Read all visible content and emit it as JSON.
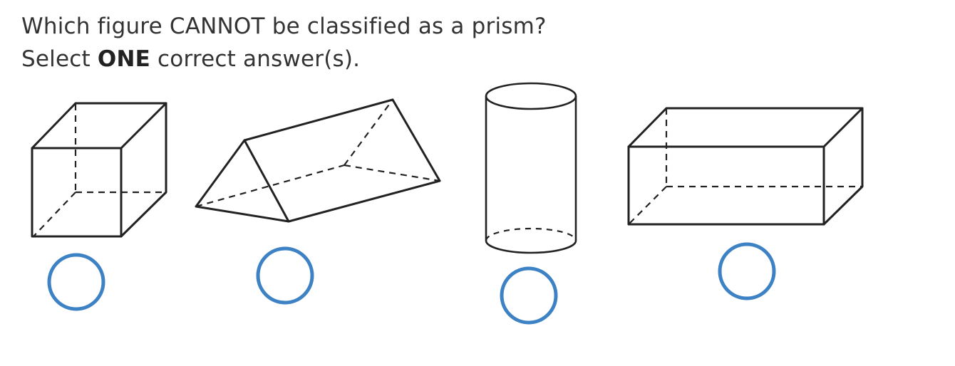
{
  "question": {
    "prompt": "Which figure CANNOT be classified as a prism?",
    "instruction_prefix": "Select",
    "instruction_emphasis": "ONE",
    "instruction_suffix": "correct answer(s)."
  },
  "options": [
    {
      "figure": "cube-icon",
      "selected": false
    },
    {
      "figure": "triangular-prism-icon",
      "selected": false
    },
    {
      "figure": "cylinder-icon",
      "selected": false
    },
    {
      "figure": "rectangular-prism-icon",
      "selected": false
    }
  ],
  "colors": {
    "text": "#333333",
    "radio_stroke": "#3d82c4",
    "figure_stroke": "#222222"
  }
}
